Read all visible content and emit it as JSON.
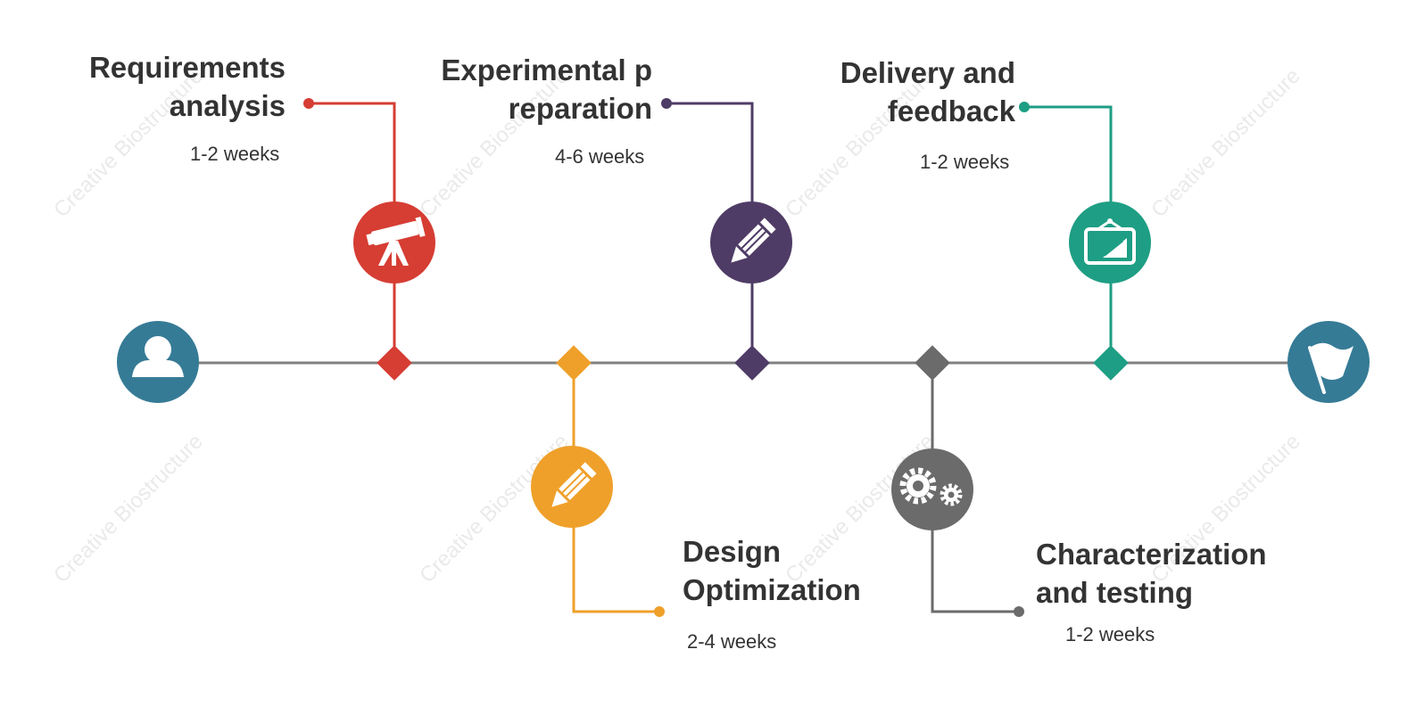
{
  "watermark": "Creative Biostructure",
  "colors": {
    "timeline": "#808080",
    "start": "#367b96",
    "end": "#367b96",
    "red": "#d63d33",
    "orange": "#efa02a",
    "purple": "#4f3c66",
    "gray": "#6b6b6b",
    "teal": "#1e9e84"
  },
  "start": {
    "icon": "person-icon"
  },
  "end": {
    "icon": "flag-icon"
  },
  "stages": [
    {
      "title_line1": "Requirements",
      "title_line2": "analysis",
      "duration": "1-2 weeks",
      "icon": "telescope-icon",
      "color": "#d63d33"
    },
    {
      "title_line1": "Design",
      "title_line2": "Optimization",
      "duration": "2-4 weeks",
      "icon": "pencil-icon",
      "color": "#efa02a"
    },
    {
      "title_line1": "Experimental p",
      "title_line2": "reparation",
      "duration": "4-6 weeks",
      "icon": "pencil-icon",
      "color": "#4f3c66"
    },
    {
      "title_line1": "Characterization",
      "title_line2": "and testing",
      "duration": "1-2 weeks",
      "icon": "gears-icon",
      "color": "#6b6b6b"
    },
    {
      "title_line1": "Delivery and",
      "title_line2": "feedback",
      "duration": "1-2 weeks",
      "icon": "board-icon",
      "color": "#1e9e84"
    }
  ]
}
